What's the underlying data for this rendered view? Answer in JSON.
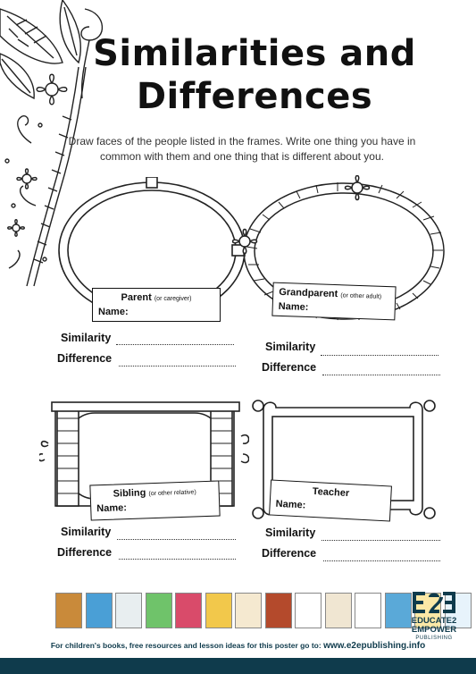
{
  "title": {
    "line1": "Similarities and",
    "line2": "Differences"
  },
  "instructions": "Draw faces of the people listed in the frames. Write one thing you have in common with them and one thing that is different about you.",
  "frames": [
    {
      "role": "Parent",
      "role_note": "(or caregiver)",
      "name_label": "Name:"
    },
    {
      "role": "Grandparent",
      "role_note": "(or other adult)",
      "name_label": "Name:"
    },
    {
      "role": "Sibling",
      "role_note": "(or other relative)",
      "name_label": "Name:"
    },
    {
      "role": "Teacher",
      "role_note": "",
      "name_label": "Name:"
    }
  ],
  "fields": {
    "similarity": "Similarity",
    "difference": "Difference"
  },
  "footer": {
    "text": "For children's books, free resources and lesson ideas for this poster go to:",
    "url": "www.e2epublishing.info"
  },
  "logo": {
    "mark": "E2E",
    "line1": "EDUCATE2",
    "line2": "EMPOWER",
    "line3": "PUBLISHING"
  },
  "colors": {
    "brand": "#0f3b4c",
    "ink": "#111111"
  },
  "books": [
    {
      "color": "#c98a3a"
    },
    {
      "color": "#4a9fd6"
    },
    {
      "color": "#e8eef0"
    },
    {
      "color": "#6fc36a"
    },
    {
      "color": "#d94b6a"
    },
    {
      "color": "#f2c84b"
    },
    {
      "color": "#f5e9d0"
    },
    {
      "color": "#b44a2c"
    },
    {
      "color": "#ffffff"
    },
    {
      "color": "#f0e6d2"
    },
    {
      "color": "#ffffff"
    },
    {
      "color": "#5aa9d8"
    },
    {
      "color": "#fbe8a6"
    },
    {
      "color": "#e7f3fb"
    }
  ]
}
